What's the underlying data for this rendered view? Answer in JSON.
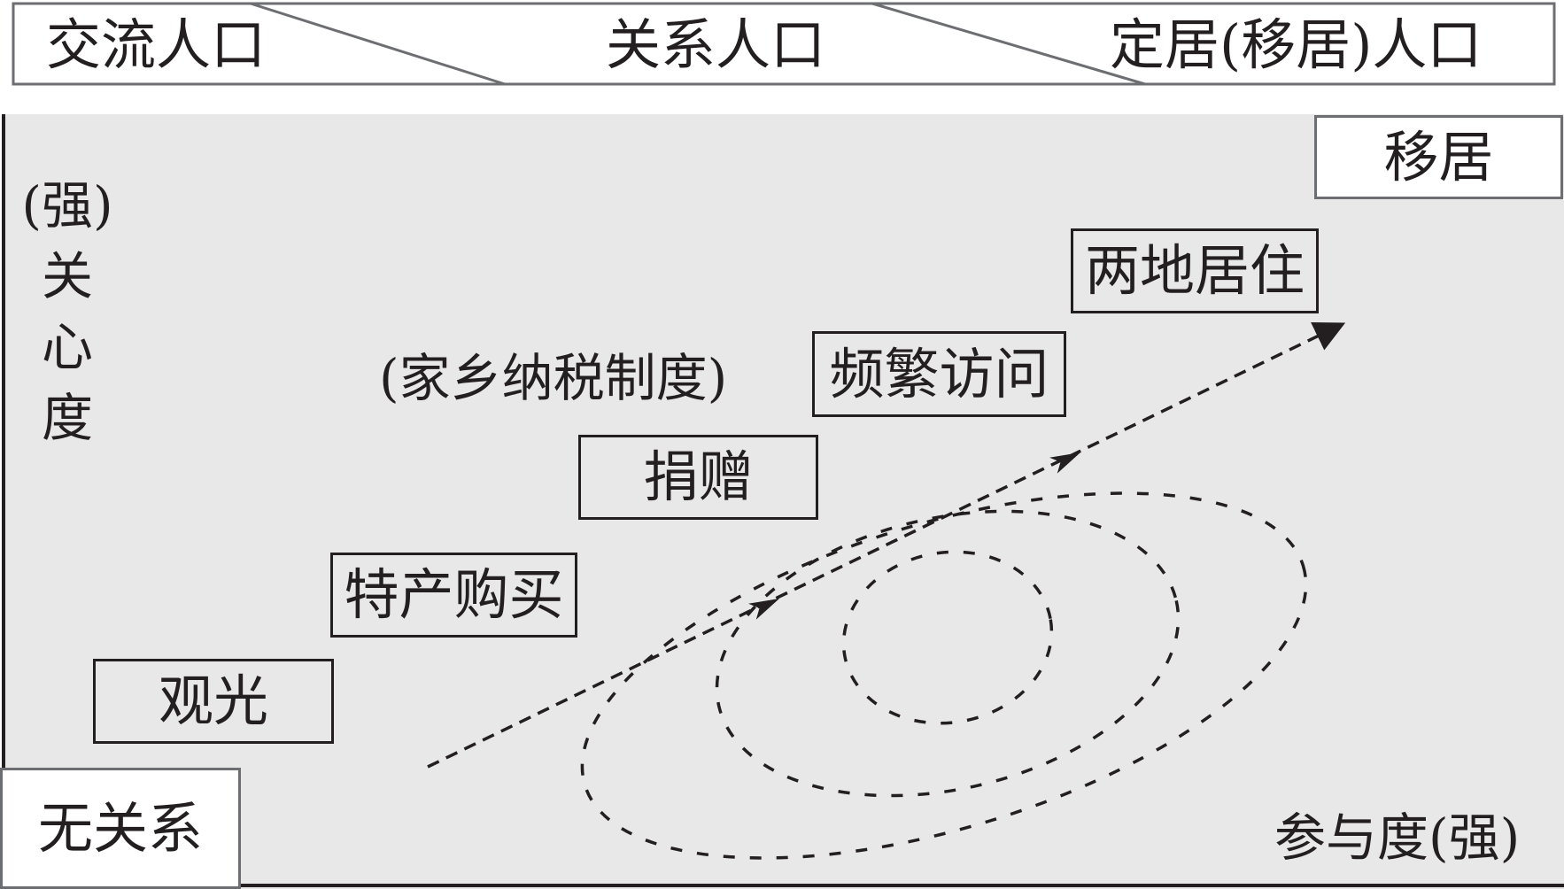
{
  "header": {
    "stages": [
      "交流人口",
      "关系人口",
      "定居(移居)人口"
    ]
  },
  "axes": {
    "y_label": [
      "(强)",
      "关",
      "心",
      "度"
    ],
    "x_label": "参与度(强)",
    "origin_label": "无关系",
    "top_right_label": "移居"
  },
  "steps": [
    "观光",
    "特产购买",
    "捐赠",
    "频繁访问",
    "两地居住"
  ],
  "note": "(家乡纳税制度)",
  "colors": {
    "ink": "#231f20",
    "panel": "#e8e8e8",
    "frame": "#6d6e71",
    "background": "#ffffff"
  },
  "icons": {
    "arrow": "dashed-arrow-icon",
    "loops": "dotted-loop-icon"
  }
}
